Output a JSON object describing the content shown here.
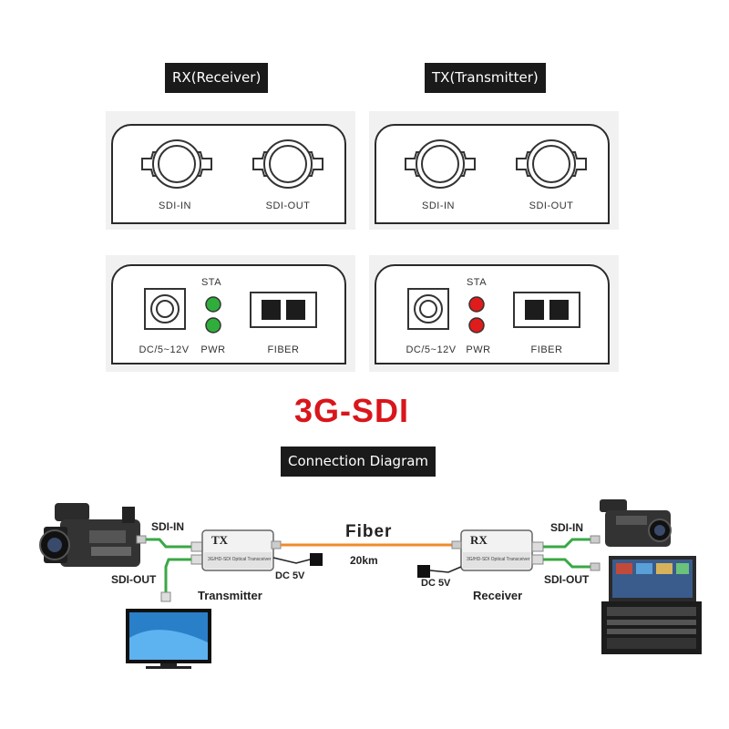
{
  "rx_tag": "RX(Receiver)",
  "tx_tag": "TX(Transmitter)",
  "labels": {
    "sdi_in": "SDI-IN",
    "sdi_out": "SDI-OUT",
    "sta": "STA",
    "dc": "DC/5~12V",
    "pwr": "PWR",
    "fiber": "FIBER"
  },
  "led_colors": {
    "rx": "#2fae3b",
    "tx": "#e01b1b"
  },
  "title": "3G-SDI",
  "diagram_tag": "Connection Diagram",
  "diagram": {
    "left_sdi_in": "SDI-IN",
    "left_sdi_out": "SDI-OUT",
    "transmitter": "Transmitter",
    "tx_dc": "DC 5V",
    "fiber": "Fiber",
    "distance": "20km",
    "rx_dc": "DC 5V",
    "receiver": "Receiver",
    "right_sdi_in": "SDI-IN",
    "right_sdi_out": "SDI-OUT",
    "tx_box": "TX",
    "rx_box": "RX",
    "box_caption": "3G/HD-SDI Optical Transceiver"
  },
  "colors": {
    "fiber_cable": "#f08a2a",
    "sdi_cable": "#39a845",
    "title_red": "#d8161b"
  }
}
